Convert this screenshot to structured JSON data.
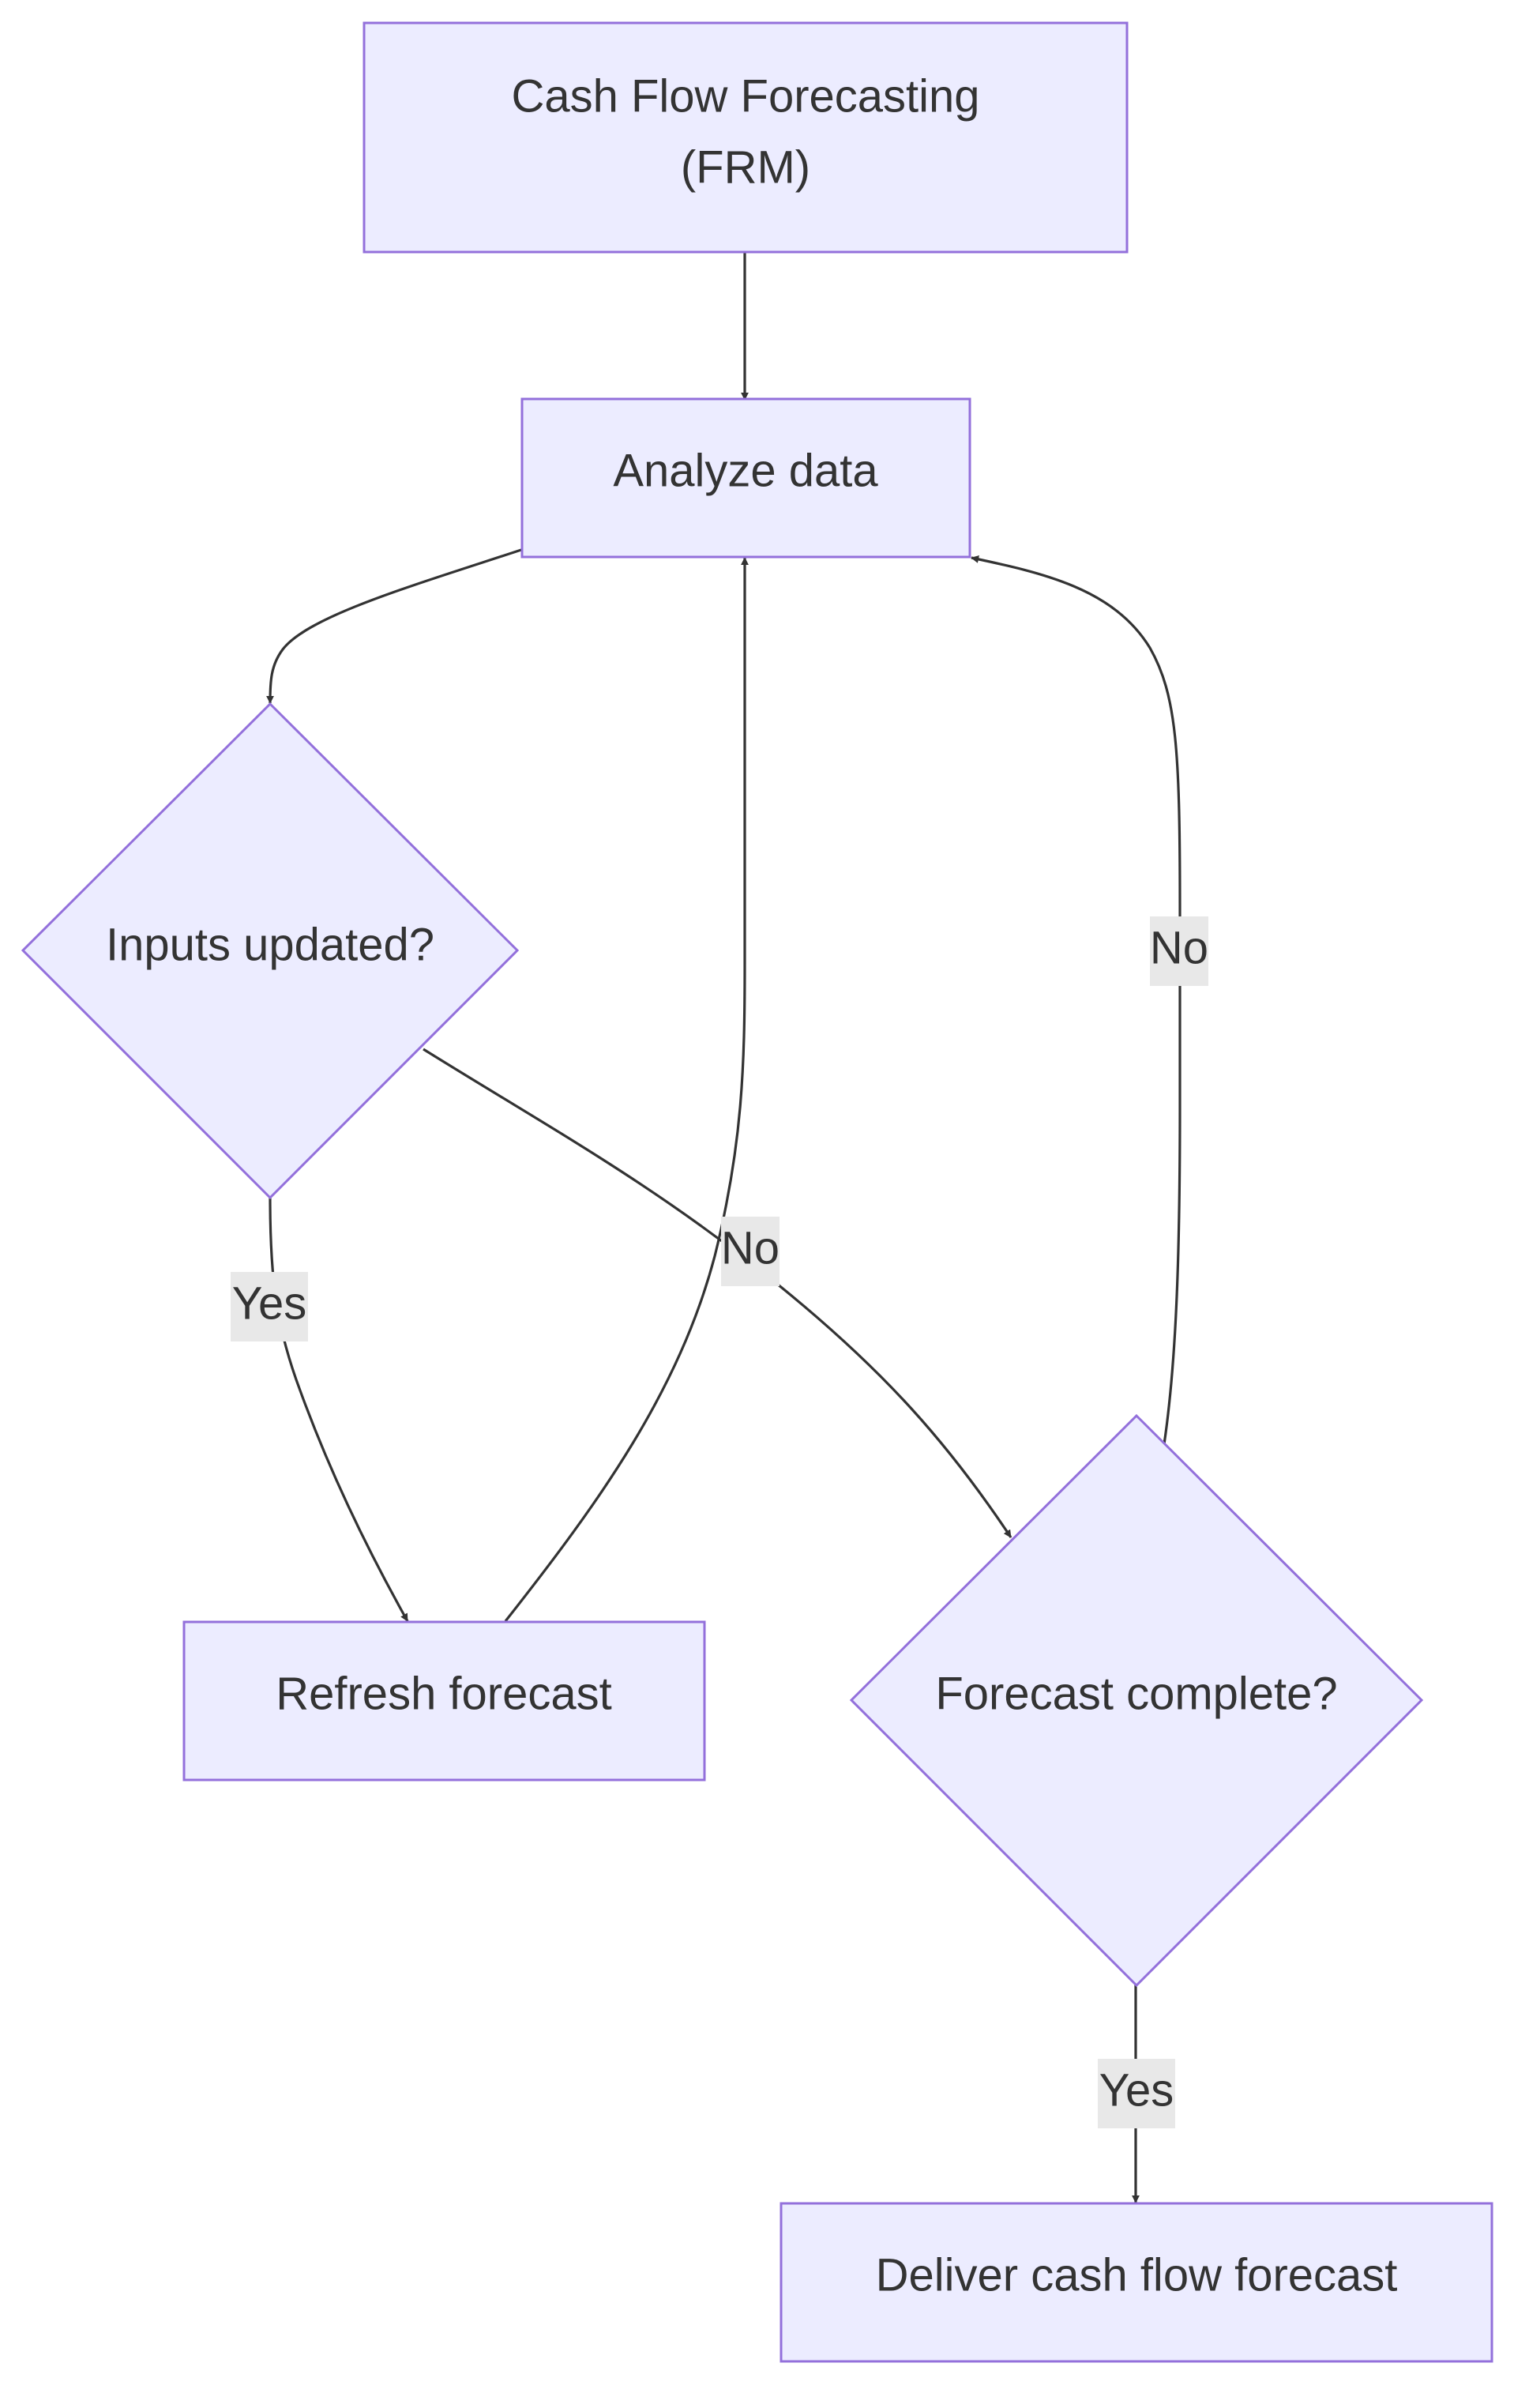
{
  "diagram": {
    "type": "flowchart",
    "colors": {
      "node_fill": "#ececff",
      "node_stroke": "#9370db",
      "edge": "#333333",
      "label_bg": "#e8e8e8",
      "text": "#333333"
    },
    "nodes": {
      "start": {
        "line1": "Cash Flow Forecasting",
        "line2": "(FRM)"
      },
      "analyze": {
        "label": "Analyze data"
      },
      "inputs": {
        "label": "Inputs updated?"
      },
      "refresh": {
        "label": "Refresh forecast"
      },
      "complete": {
        "label": "Forecast complete?"
      },
      "deliver": {
        "label": "Deliver cash flow forecast"
      }
    },
    "edges": {
      "inputs_yes": "Yes",
      "inputs_no": "No",
      "complete_no": "No",
      "complete_yes": "Yes"
    }
  }
}
